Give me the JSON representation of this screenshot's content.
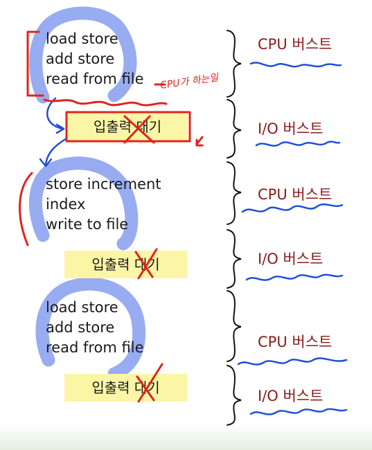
{
  "sections": [
    {
      "code_lines": [
        "load store",
        "add store",
        "read from file"
      ],
      "io_label": "입출력 대기",
      "cpu_label": "CPU 버스트",
      "io_burst_label": "I/O 버스트"
    },
    {
      "code_lines": [
        "store increment",
        "index",
        "write to file"
      ],
      "io_label": "입출력 대기",
      "cpu_label": "CPU 버스트",
      "io_burst_label": "I/O 버스트"
    },
    {
      "code_lines": [
        "load store",
        "add store",
        "read from file"
      ],
      "io_label": "입출력 대기",
      "cpu_label": "CPU 버스트",
      "io_burst_label": "I/O 버스트"
    }
  ],
  "annotations": {
    "handwritten_note": "CPU가 하는일",
    "colors": {
      "red_ink": "#e0231b",
      "blue_ink": "#1f4fd6",
      "highlight_blue": "#8da3f0",
      "label_red": "#8a1a1a",
      "io_box_fill": "#fbf5a6"
    }
  }
}
